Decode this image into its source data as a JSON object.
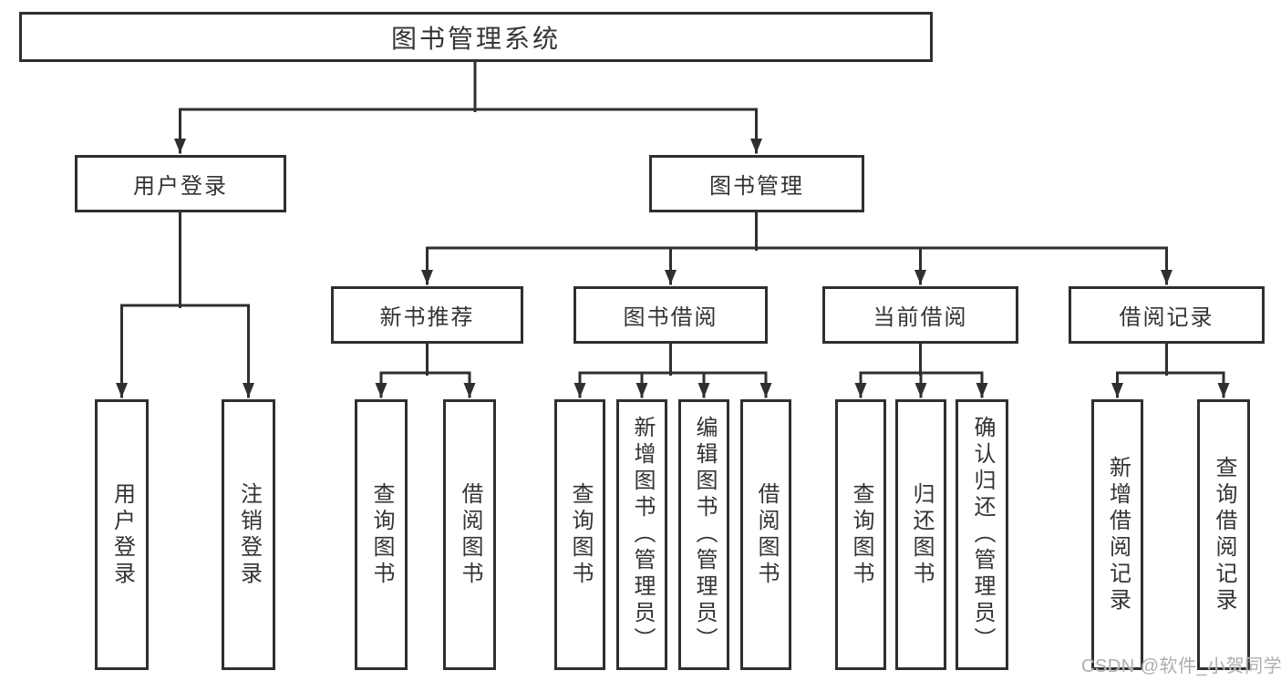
{
  "diagram": {
    "title": "图书管理系统",
    "branches": [
      {
        "label": "用户登录",
        "children": [
          {
            "label": "用户登录"
          },
          {
            "label": "注销登录"
          }
        ]
      },
      {
        "label": "图书管理",
        "children": [
          {
            "label": "新书推荐",
            "children": [
              {
                "label": "查询图书"
              },
              {
                "label": "借阅图书"
              }
            ]
          },
          {
            "label": "图书借阅",
            "children": [
              {
                "label": "查询图书"
              },
              {
                "label": "新增图书（管理员）"
              },
              {
                "label": "编辑图书（管理员）"
              },
              {
                "label": "借阅图书"
              }
            ]
          },
          {
            "label": "当前借阅",
            "children": [
              {
                "label": "查询图书"
              },
              {
                "label": "归还图书"
              },
              {
                "label": "确认归还（管理员）"
              }
            ]
          },
          {
            "label": "借阅记录",
            "children": [
              {
                "label": "新增借阅记录"
              },
              {
                "label": "查询借阅记录"
              }
            ]
          }
        ]
      }
    ]
  },
  "watermark": {
    "text": "CSDN @软件_小贺同学"
  },
  "colors": {
    "line": "#2f2f2f",
    "text": "#333333",
    "box_background": "#ffffff",
    "watermark": "#aeaeae"
  }
}
